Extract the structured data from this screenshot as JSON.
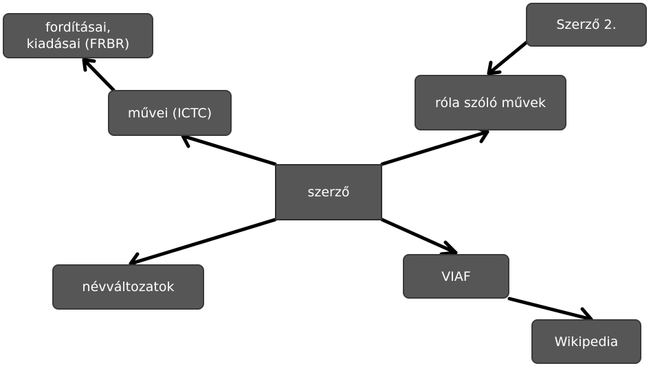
{
  "diagram": {
    "center": "szerző",
    "works": "művei (ICTC)",
    "translations": "fordításai,\nkiadásai (FRBR)",
    "about_works": "róla szóló művek",
    "author2": "Szerző 2.",
    "name_variants": "névváltozatok",
    "viaf": "VIAF",
    "wikipedia": "Wikipedia"
  },
  "colors": {
    "node_fill": "#565656",
    "node_border": "#3a3a3a",
    "arrow": "#000000",
    "text": "#ffffff"
  }
}
